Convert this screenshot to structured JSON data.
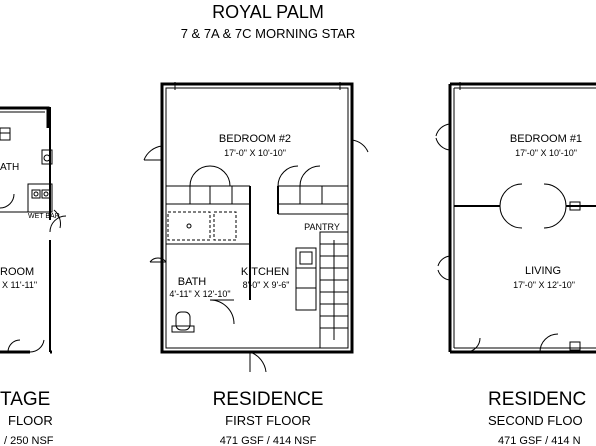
{
  "header": {
    "title": "ROYAL PALM",
    "subtitle": "7 & 7A & 7C MORNING STAR"
  },
  "cottage": {
    "bath_label": "ATH",
    "wet_bar_label": "WET BAR",
    "room_label": "ROOM",
    "room_dims": "X 11'-11\"",
    "heading": "TAGE",
    "floor": "FLOOR",
    "area": "/ 250 NSF"
  },
  "residence_first": {
    "bedroom_label": "BEDROOM #2",
    "bedroom_dims": "17'-0\" X 10'-10\"",
    "pantry_label": "PANTRY",
    "kitchen_label": "KITCHEN",
    "kitchen_dims": "8'-0\" X 9'-6\"",
    "bath_label": "BATH",
    "bath_dims": "4'-11\" X 12'-10\"",
    "heading": "RESIDENCE",
    "floor": "FIRST FLOOR",
    "area": "471 GSF / 414 NSF"
  },
  "residence_second": {
    "bedroom_label": "BEDROOM #1",
    "bedroom_dims": "17'-0\" X 10'-10\"",
    "living_label": "LIVING",
    "living_dims": "17'-0\" X 12'-10\"",
    "heading": "RESIDENC",
    "floor": "SECOND FLOO",
    "area": "471 GSF / 414 N"
  }
}
